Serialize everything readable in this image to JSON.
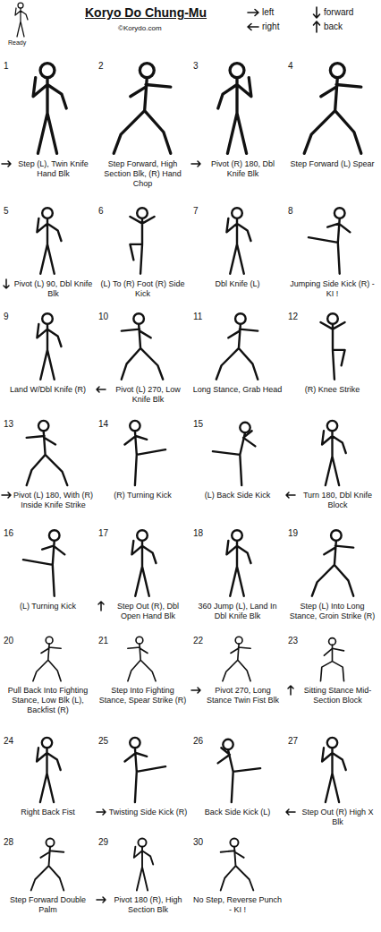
{
  "diagram": {
    "title": "Koryo Do Chung-Mu",
    "labels": [
      "Ready",
      "©Korydo.com",
      "1",
      "Step (L), Twin Knife Hand Blk",
      "2",
      "Step Forward, High Section Blk, (R) Hand Chop",
      "3",
      "Pivot (R) 180, Dbl Knife Blk",
      "4",
      "Step Forward (L) Spear",
      "5",
      "Pivot (L) 90, Dbl Knife Blk",
      "6",
      "(L) To (R) Foot (R) Side Kick",
      "7",
      "Dbl Knife (L)",
      "8",
      "Jumping Side Kick (R) - KI !",
      "9",
      "Land W/Dbl Knife (R)",
      "10",
      "Pivot (L) 270, Low Knife Blk",
      "11",
      "Long Stance, Grab Head",
      "12",
      "(R) Knee Strike",
      "13",
      "Pivot (L) 180, With (R) Inside Knife Strike",
      "14",
      "(R) Turning Kick",
      "15",
      "(L) Back Side Kick",
      "Turn 180, Dbl Knife Block",
      "16",
      "(L) Turning Kick",
      "17",
      "Step Out (R), Dbl Open Hand Blk",
      "18",
      "360 Jump (L), Land In Dbl Knife Blk",
      "19",
      "Step (L) Into Long Stance, Groin Strike (R)",
      "20",
      "Pull Back Into Fighting Stance, Low Blk (L), Backfist (R)",
      "21",
      "Step Into Fighting Stance, Spear Strike (R)",
      "22",
      "Pivot 270, Long Stance Twin Fist Blk",
      "23",
      "Sitting Stance Mid-Section Block",
      "24",
      "Right Back Fist",
      "25",
      "Twisting Side Kick (R)",
      "26",
      "Back Side Kick (L)",
      "27",
      "Step Out (R) High X Blk",
      "28",
      "Step Forward Double Palm",
      "29",
      "Pivot 180 (R), High Section Blk",
      "30",
      "No Step, Reverse Punch - KI !"
    ],
    "legend": [
      {
        "text": "left"
      },
      {
        "text": "right"
      },
      {
        "text": "forward"
      },
      {
        "text": "back"
      }
    ]
  }
}
